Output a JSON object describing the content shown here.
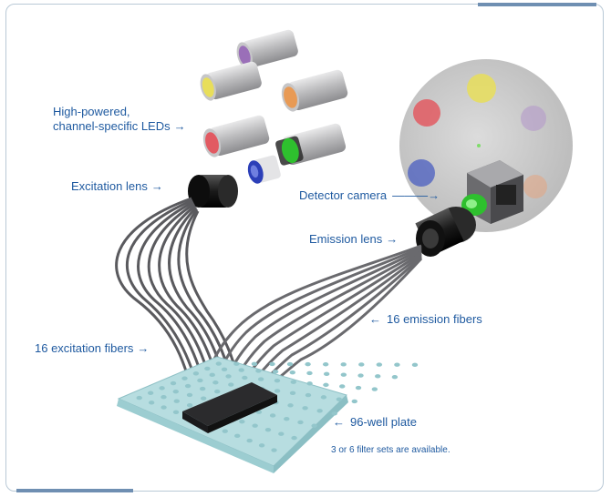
{
  "labels": {
    "leds_line1": "High-powered,",
    "leds_line2": "channel-specific LEDs",
    "excitation_lens": "Excitation lens",
    "detector_camera": "Detector camera",
    "emission_lens": "Emission lens",
    "emission_fibers": "16 emission fibers",
    "excitation_fibers": "16 excitation fibers",
    "well_plate": "96-well plate",
    "note": "3 or 6 filter sets are available."
  },
  "colors": {
    "label_text": "#1f5aa0",
    "frame_accent": "#6f8fb2",
    "led_yellow": "#e8de5a",
    "led_purple": "#9a6fb8",
    "led_orange": "#e89a55",
    "led_red": "#e25a62",
    "led_green": "#2ec02e",
    "led_blue": "#2c3fb8",
    "plate": "#b7dde0"
  },
  "icons": {
    "arrow": "arrow-right-icon",
    "arrow_left": "arrow-left-icon"
  }
}
